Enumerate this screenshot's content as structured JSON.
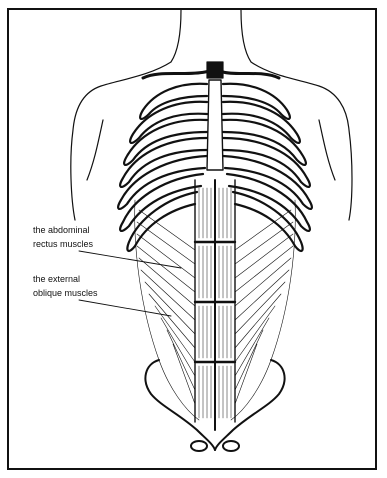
{
  "figure": {
    "subject": "anatomical illustration of torso showing rib cage and abdominal muscles",
    "line_color": "#111111",
    "background_color": "#ffffff"
  },
  "labels": {
    "rectus_line1": "the abdominal",
    "rectus_line2": "rectus muscles",
    "oblique_line1": "the external",
    "oblique_line2": "oblique muscles"
  }
}
